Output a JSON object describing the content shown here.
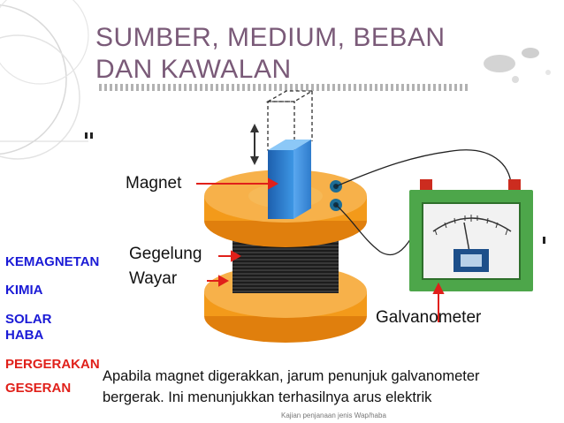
{
  "slide": {
    "title_line1": "SUMBER, MEDIUM, BEBAN",
    "title_line2": "DAN KAWALAN",
    "labels": {
      "magnet": "Magnet",
      "coil_line1": "Gegelung",
      "coil_line2": "Wayar",
      "galvanometer": "Galvanometer"
    },
    "energy_forms": [
      "KEMAGNETAN",
      "KIMIA",
      "SOLAR",
      "HABA",
      "PERGERAKAN",
      "GESERAN"
    ],
    "caption_line1": "Apabila magnet digerakkan, jarum penunjuk galvanometer",
    "caption_line2": "bergerak. Ini menunjukkan terhasilnya arus elektrik",
    "footer_text": "Kajian penjanaan jenis Wap/haba"
  },
  "colors": {
    "title": "#7a5a78",
    "energy_blue": "#1a1ad6",
    "energy_red": "#e0201a",
    "coil_orange": "#f39a1a",
    "magnet_blue": "#2a7fd4"
  }
}
